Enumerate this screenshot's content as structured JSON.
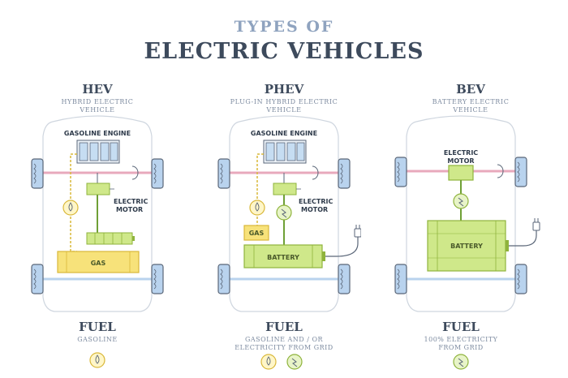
{
  "title": {
    "line1": "TYPES OF",
    "line2": "ELECTRIC VEHICLES"
  },
  "vehicles": [
    {
      "abbr": "HEV",
      "full_name": "HYBRID ELECTRIC\nVEHICLE",
      "engine_label": "GASOLINE ENGINE",
      "motor_label": [
        "ELECTRIC",
        "MOTOR"
      ],
      "tank_label": "GAS",
      "fuel_heading": "FUEL",
      "fuel_desc": "GASOLINE"
    },
    {
      "abbr": "PHEV",
      "full_name": "PLUG-IN HYBRID ELECTRIC\nVEHICLE",
      "engine_label": "GASOLINE ENGINE",
      "motor_label": [
        "ELECTRIC",
        "MOTOR"
      ],
      "tank_label": "GAS",
      "battery_label": "BATTERY",
      "fuel_heading": "FUEL",
      "fuel_desc": "GASOLINE AND / OR\nELECTRICITY FROM GRID"
    },
    {
      "abbr": "BEV",
      "full_name": "BATTERY ELECTRIC\nVEHICLE",
      "motor_label": [
        "ELECTRIC",
        "MOTOR"
      ],
      "battery_label": "BATTERY",
      "fuel_heading": "FUEL",
      "fuel_desc": "100% ELECTRICITY\nFROM GRID"
    }
  ],
  "colors": {
    "gas_yellow": "#f7e27a",
    "gas_yellow_stroke": "#d9b83a",
    "battery_green": "#cfe88a",
    "battery_stroke": "#8fb33c",
    "engine_blue": "#c6ddf2",
    "wheel_blue": "#b9d3ee",
    "shaft_pink": "#e8a9bc",
    "outline": "#5a6678"
  }
}
